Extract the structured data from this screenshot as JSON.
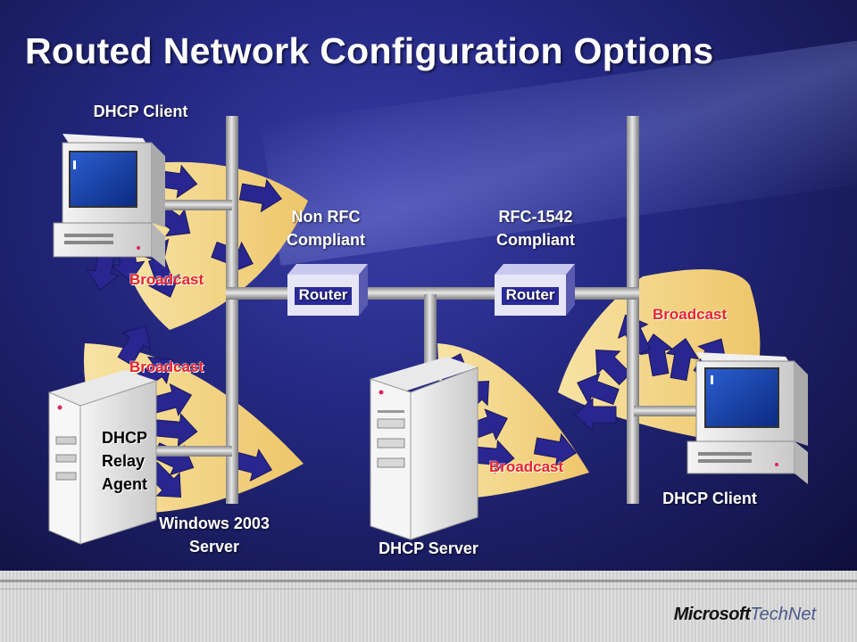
{
  "slide": {
    "title": "Routed Network Configuration Options",
    "labels": {
      "dhcp_client_top": "DHCP Client",
      "dhcp_client_right": "DHCP Client",
      "non_rfc": "Non RFC\nCompliant",
      "rfc_1542": "RFC-1542\nCompliant",
      "windows_server": "Windows 2003\nServer",
      "dhcp_server": "DHCP Server",
      "relay_agent": "DHCP\nRelay\nAgent"
    },
    "routers": [
      "Router",
      "Router"
    ],
    "broadcast_labels": [
      "Broadcast",
      "Broadcast",
      "Broadcast",
      "Broadcast"
    ],
    "logo": {
      "company": "Microsoft",
      "product": "TechNet"
    }
  },
  "colors": {
    "background": "#262a86",
    "fan": "#f5d98a",
    "arrow": "#2a2690",
    "broadcast_text": "#e8242c",
    "router": "#2a2a9a",
    "cable": "#c8c8c8"
  },
  "icons": [
    "desktop-computer-icon",
    "server-tower-icon",
    "router-box-icon",
    "broadcast-arrow-icon"
  ]
}
